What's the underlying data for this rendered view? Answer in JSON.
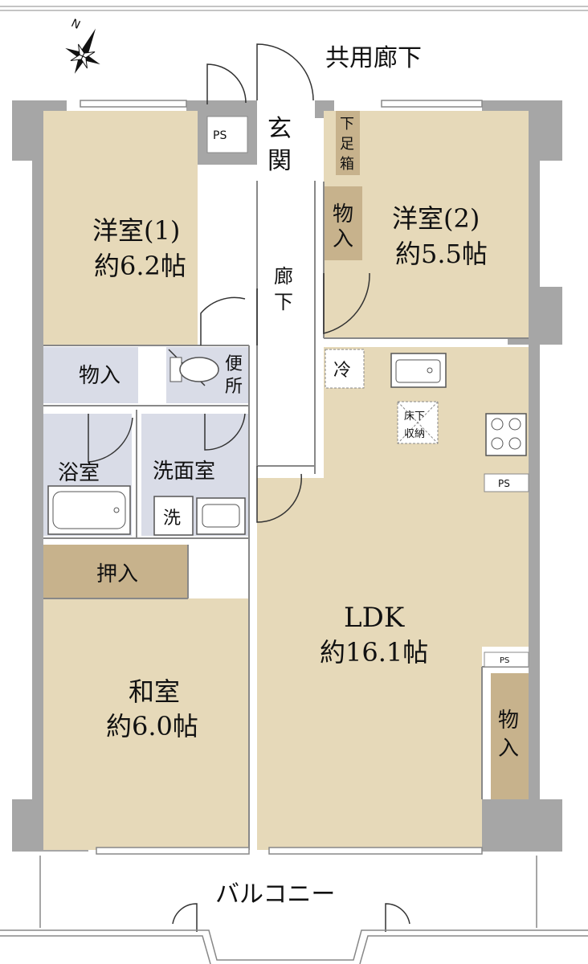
{
  "corridor": "共用廊下",
  "balcony": "バルコニー",
  "entrance": [
    "玄",
    "関"
  ],
  "shoe_box": [
    "下",
    "足",
    "箱"
  ],
  "hall": [
    "廊",
    "下"
  ],
  "ps_label": "PS",
  "rooms": {
    "western1": {
      "name": "洋室(1)",
      "size": "約6.2帖"
    },
    "western2": {
      "name": "洋室(2)",
      "size": "約5.5帖"
    },
    "ldk": {
      "name": "LDK",
      "size": "約16.1帖"
    },
    "japanese": {
      "name": "和室",
      "size": "約6.0帖"
    }
  },
  "storage": "物入",
  "storage_v": [
    "物",
    "入"
  ],
  "toilet": [
    "便",
    "所"
  ],
  "bath": "浴室",
  "washroom": "洗面室",
  "washer": "洗",
  "closet": "押入",
  "fridge": "冷",
  "underfloor": [
    "床下",
    "収納"
  ],
  "colors": {
    "wall": "#a6a6a6",
    "wood": "#e6d9b9",
    "tile": "#d9dce7",
    "storage": "#c7b28c",
    "corridor": "#ffffff"
  }
}
